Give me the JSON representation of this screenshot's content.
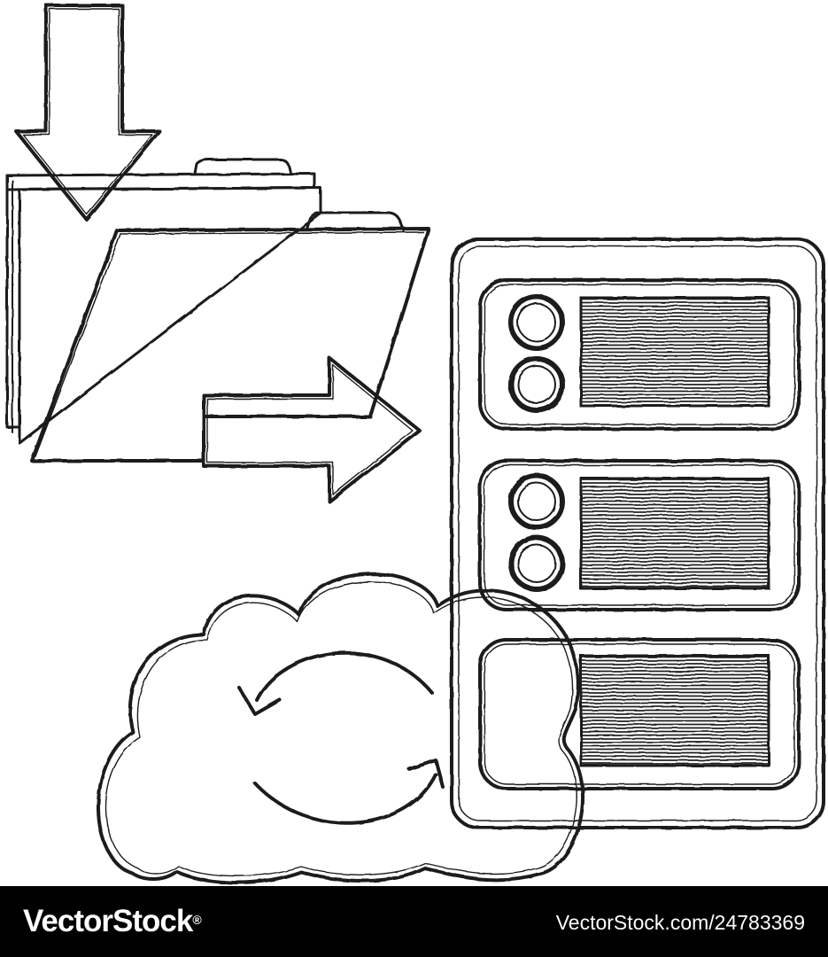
{
  "illustration": {
    "subject": "Sketch of folder documents with download and transfer arrows, a server rack and a sync cloud",
    "icons": [
      "download-arrow-icon",
      "folder-icon",
      "transfer-arrow-icon",
      "server-rack-icon",
      "cloud-sync-icon"
    ],
    "colors": {
      "stroke": "#1a1a1a",
      "fill": "#ffffff",
      "background": "#ffffff"
    }
  },
  "watermark": {
    "brand": "VectorStock",
    "registered_mark": "®",
    "stock_id": "VectorStock.com/24783369",
    "bar_color": "#000000",
    "text_color": "#ffffff"
  }
}
